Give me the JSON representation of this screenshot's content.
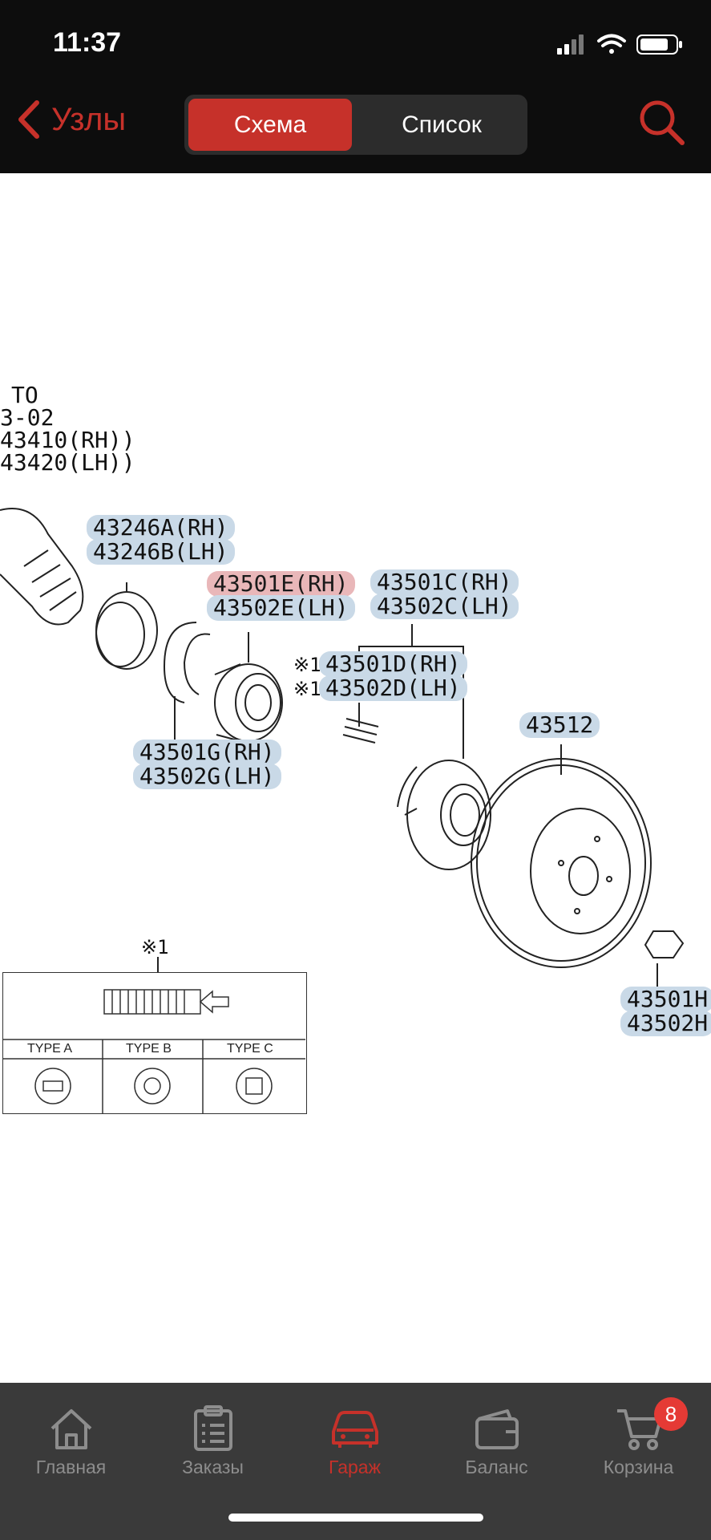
{
  "status_bar": {
    "time": "11:37"
  },
  "nav": {
    "back_label": "Узлы",
    "segments": [
      "Схема",
      "Список"
    ],
    "active_segment": "Схема"
  },
  "diagram": {
    "header_lines": [
      "TO",
      "3-02",
      "43410(RH))",
      "43420(LH))"
    ],
    "labels": {
      "p43246": [
        "43246A(RH)",
        "43246B(LH)"
      ],
      "p43501E": "43501E(RH)",
      "p43502E": "43502E(LH)",
      "p43501C": [
        "43501C(RH)",
        "43502C(LH)"
      ],
      "p43501D": [
        "43501D(RH)",
        "43502D(LH)"
      ],
      "p43501G": [
        "43501G(RH)",
        "43502G(LH)"
      ],
      "p43512": "43512",
      "p43501H": [
        "43501H",
        "43502H"
      ]
    },
    "note_marks": [
      "※1",
      "※1",
      "※1"
    ],
    "type_table": {
      "types": [
        "TYPE A",
        "TYPE B",
        "TYPE C"
      ]
    }
  },
  "tabbar": {
    "items": [
      {
        "label": "Главная",
        "icon": "home-icon"
      },
      {
        "label": "Заказы",
        "icon": "clipboard-icon"
      },
      {
        "label": "Гараж",
        "icon": "car-icon"
      },
      {
        "label": "Баланс",
        "icon": "wallet-icon"
      },
      {
        "label": "Корзина",
        "icon": "cart-icon"
      }
    ],
    "active": "Гараж",
    "cart_badge": "8"
  },
  "colors": {
    "accent": "#c6312a",
    "label_bg": "#c9d9e7",
    "selected_label_bg": "#e9b7b9",
    "tabbar_bg": "#3a3a3a"
  }
}
